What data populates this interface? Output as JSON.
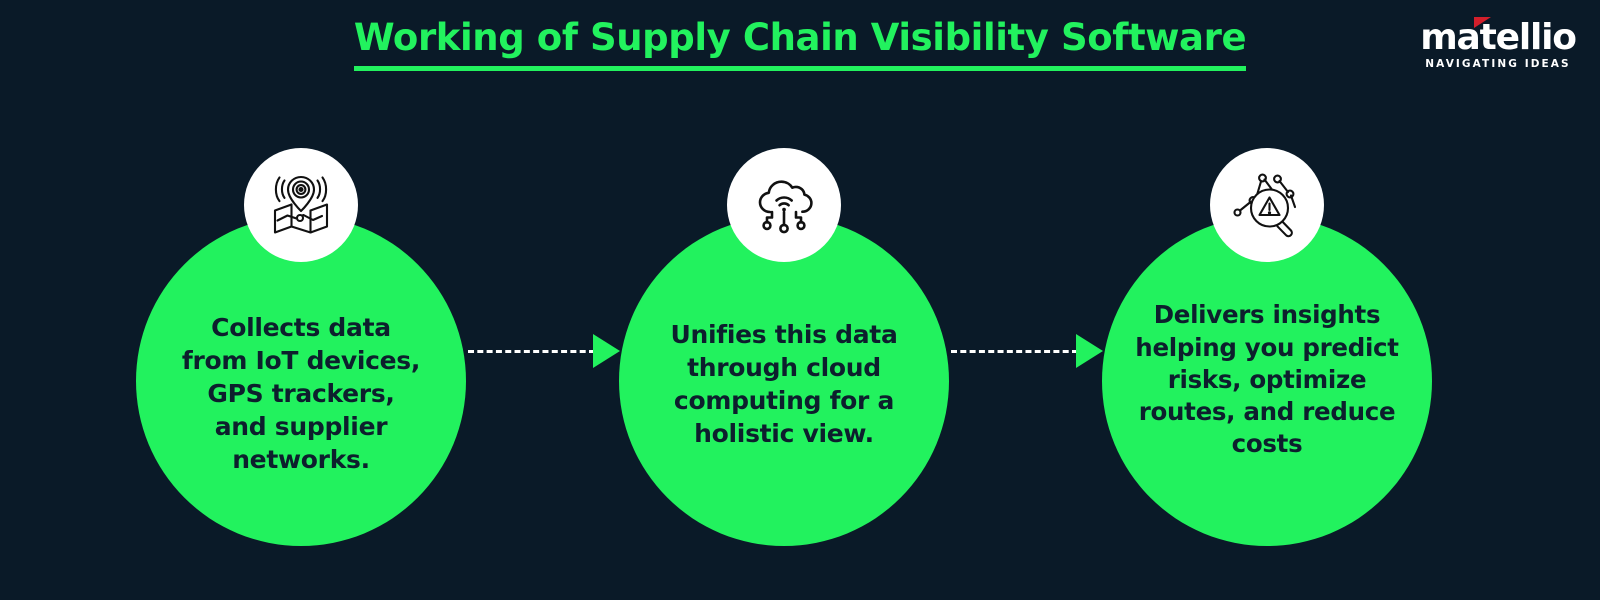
{
  "header": {
    "title": "Working of Supply Chain Visibility Software",
    "title_color": "#22f25e",
    "background_color": "#0a1a28"
  },
  "logo": {
    "wordmark": "matellio",
    "tagline": "NAVIGATING IDEAS",
    "accent_color": "#d31f2b",
    "text_color": "#ffffff"
  },
  "steps": [
    {
      "id": "collect",
      "icon": "map-location-pin-icon",
      "text": "Collects data\nfrom IoT devices,\nGPS trackers,\nand supplier\nnetworks.",
      "circle_color": "#22f25e",
      "text_color": "#0d1f2d"
    },
    {
      "id": "unify",
      "icon": "cloud-network-icon",
      "text": "Unifies this data\nthrough cloud\ncomputing for a\nholistic view.",
      "circle_color": "#22f25e",
      "text_color": "#0d1f2d"
    },
    {
      "id": "deliver",
      "icon": "analytics-risk-magnifier-icon",
      "text": "Delivers insights\nhelping you predict\nrisks, optimize\nroutes, and reduce\ncosts",
      "circle_color": "#22f25e",
      "text_color": "#0d1f2d"
    }
  ],
  "connectors": [
    {
      "id": "connector-collect-to-unify",
      "style": "dashed",
      "line_color": "#ffffff",
      "arrow_color": "#22f25e"
    },
    {
      "id": "connector-unify-to-deliver",
      "style": "dashed",
      "line_color": "#ffffff",
      "arrow_color": "#22f25e"
    }
  ]
}
